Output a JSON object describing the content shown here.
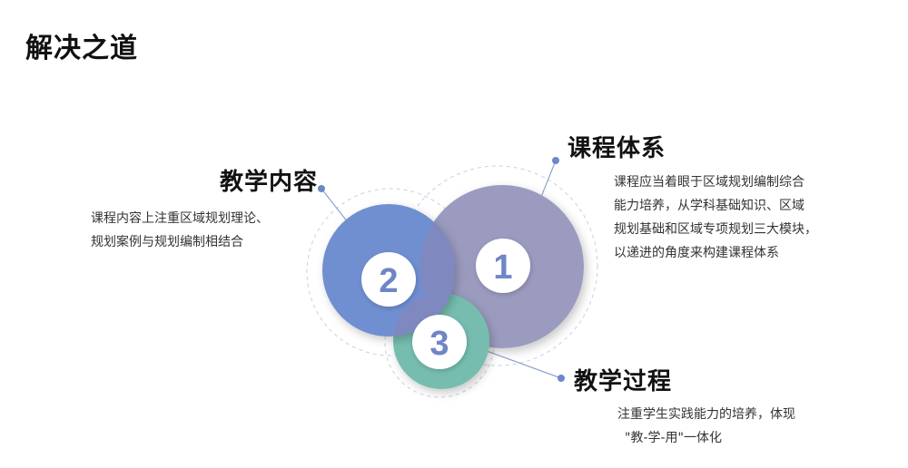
{
  "page": {
    "title": "解决之道"
  },
  "colors": {
    "circle_1": "#9b9bc0",
    "circle_2": "#6f8fd1",
    "circle_3": "#76bdb0",
    "overlap": "#7f88bf",
    "number_text": "#6f86c6",
    "leader_line": "#8fa4cc",
    "dot": "#6f86c6",
    "dashed_ring": "#c9cfe0"
  },
  "items": [
    {
      "number": "1",
      "heading": "课程体系",
      "lines": [
        "课程应当着眼于区域规划编制综合",
        "能力培养，从学科基础知识、区域",
        "规划基础和区域专项规划三大模块，",
        "以递进的角度来构建课程体系"
      ]
    },
    {
      "number": "2",
      "heading": "教学内容",
      "lines": [
        "课程内容上注重区域规划理论、",
        "规划案例与规划编制相结合"
      ]
    },
    {
      "number": "3",
      "heading": "教学过程",
      "lines": [
        "注重学生实践能力的培养，体现",
        "\"教-学-用\"一体化"
      ]
    }
  ]
}
